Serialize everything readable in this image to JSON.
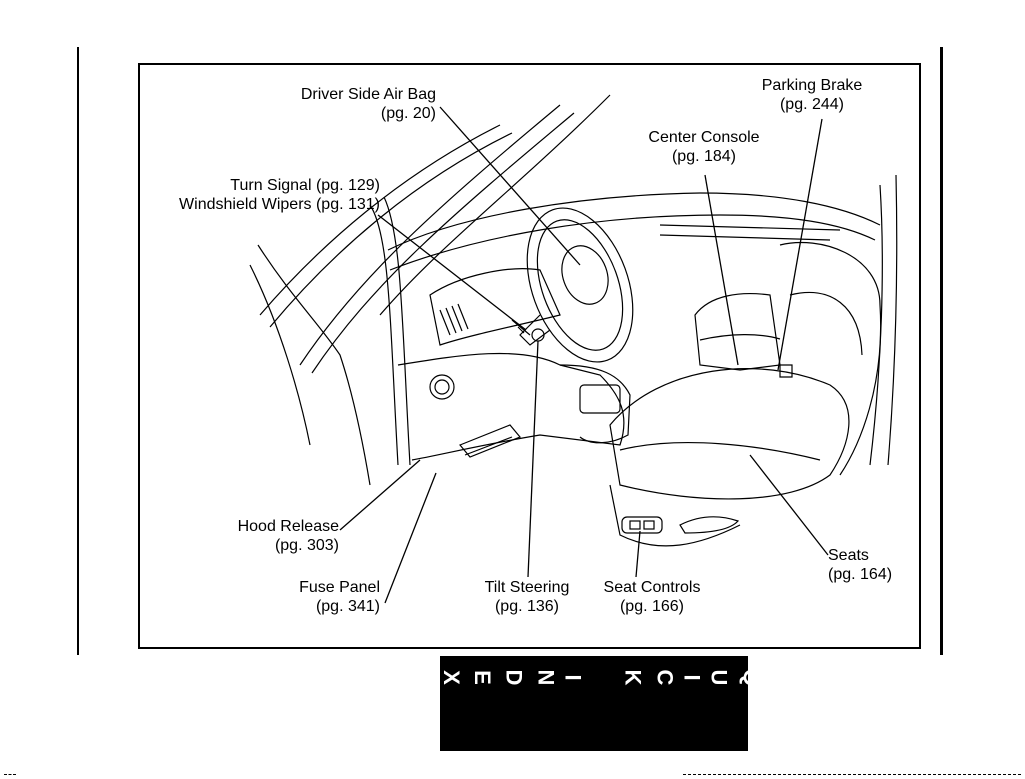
{
  "callouts": {
    "airbag": [
      "Driver Side Air Bag",
      "(pg. 20)"
    ],
    "parking": [
      "Parking Brake",
      "(pg. 244)"
    ],
    "console": [
      "Center Console",
      "(pg. 184)"
    ],
    "turn": [
      "Turn Signal (pg. 129)",
      "Windshield Wipers (pg. 131)"
    ],
    "hood": [
      "Hood Release",
      "(pg. 303)"
    ],
    "fuse": [
      "Fuse Panel",
      "(pg. 341)"
    ],
    "tilt": [
      "Tilt Steering",
      "(pg. 136)"
    ],
    "seatctl": [
      "Seat Controls",
      "(pg. 166)"
    ],
    "seats": [
      "Seats",
      "(pg. 164)"
    ]
  },
  "tab": {
    "word1": [
      "Q",
      "U",
      "I",
      "C",
      "K"
    ],
    "word2": [
      "I",
      "N",
      "D",
      "E",
      "X"
    ]
  },
  "colors": {
    "ink": "#000000",
    "paper": "#ffffff"
  }
}
